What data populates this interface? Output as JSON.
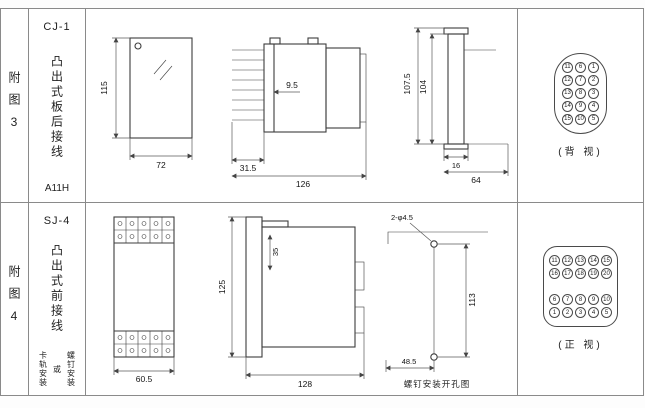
{
  "table": {
    "fig3": {
      "row_label": "附图3",
      "model": "CJ-1",
      "type_label": "凸出式板后接线",
      "code": "A11H",
      "view_label": "(背 视)"
    },
    "fig4": {
      "row_label": "附图4",
      "model": "SJ-4",
      "type_label": "凸出式前接线",
      "mount_1": "卡轨安装",
      "mount_2": "或",
      "mount_3": "螺钉安装",
      "hole_caption": "螺钉安装开孔图",
      "view_label": "(正 视)"
    }
  },
  "dims": {
    "fig3": {
      "panel_h": "115",
      "panel_w": "72",
      "step": "9.5",
      "pin_len": "31.5",
      "total_len": "126",
      "outer_h": "107.5",
      "inner_h": "104",
      "small_w": "16",
      "total_w": "64"
    },
    "fig4": {
      "height": "125",
      "inner": "35",
      "width": "60.5",
      "depth": "128",
      "hole_span": "113",
      "hole_offset": "48.5",
      "hole_dia": "2-φ4.5"
    }
  },
  "back_view": {
    "rows": [
      [
        "11",
        "6",
        "1"
      ],
      [
        "12",
        "7",
        "2"
      ],
      [
        "13",
        "8",
        "3"
      ],
      [
        "14",
        "9",
        "4"
      ],
      [
        "15",
        "10",
        "5"
      ]
    ]
  },
  "front_view": {
    "top_rows": [
      [
        "11",
        "12",
        "13",
        "14",
        "15"
      ],
      [
        "16",
        "17",
        "18",
        "19",
        "20"
      ]
    ],
    "bottom_rows": [
      [
        "6",
        "7",
        "8",
        "9",
        "10"
      ],
      [
        "1",
        "2",
        "3",
        "4",
        "5"
      ]
    ]
  }
}
